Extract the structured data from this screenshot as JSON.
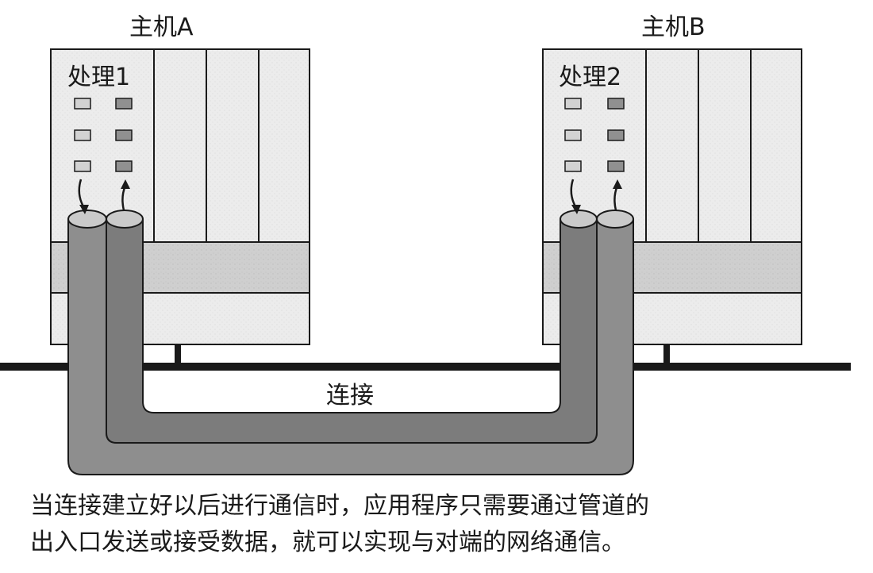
{
  "diagram": {
    "host_a": {
      "title": "主机A",
      "process": "处理1"
    },
    "host_b": {
      "title": "主机B",
      "process": "处理2"
    },
    "connection_label": "连接",
    "caption": [
      "当连接建立好以后进行通信时，应用程序只需要通过管道的",
      "出入口发送或接受数据，就可以实现与对端的网络通信。"
    ],
    "colors": {
      "host_body": "#ececec",
      "host_band": "#cfcfcf",
      "pipe_outer": "#8e8e8e",
      "pipe_inner": "#7a7a7a",
      "pipe_cap": "#c9c9c9",
      "stroke": "#1a1a1a",
      "led_light": "#cfcfcf",
      "led_dark": "#8f8f8f"
    }
  }
}
